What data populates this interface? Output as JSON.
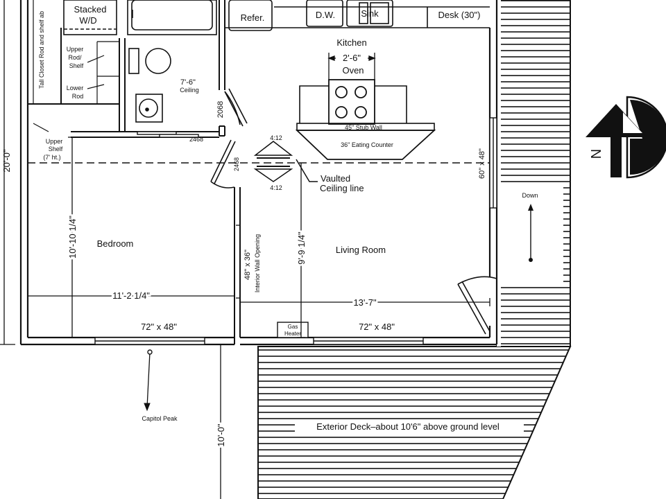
{
  "rooms": {
    "kitchen": "Kitchen",
    "bedroom": "Bedroom",
    "living_room": "Living Room"
  },
  "fixtures": {
    "stacked_wd_line1": "Stacked",
    "stacked_wd_line2": "W/D",
    "refrigerator": "Refer.",
    "dishwasher": "D.W.",
    "sink": "Sink",
    "desk": "Desk (30\")",
    "oven_width": "2'-6\"",
    "oven": "Oven",
    "stub_wall": "45\" Stub Wall",
    "eating_counter": "36\" Eating Counter",
    "gas_heater_line1": "Gas",
    "gas_heater_line2": "Heater",
    "tall_closet": "Tall Closet Rod and shelf ab",
    "upper_rod_line1": "Upper",
    "upper_rod_line2": "Rod/",
    "upper_rod_line3": "Shelf",
    "lower_rod_line1": "Lower",
    "lower_rod_line2": "Rod",
    "upper_shelf_line1": "Upper",
    "upper_shelf_line2": "Shelf",
    "upper_shelf_line3": "(7' ht.)",
    "interior_opening_size": "48\" x 36\"",
    "interior_opening_label": "Interior Wall Opening"
  },
  "ceiling": {
    "height_value": "7'-6\"",
    "height_label": "Ceiling",
    "pitch_upper": "4:12",
    "pitch_lower": "4:12",
    "vaulted_line1": "Vaulted",
    "vaulted_line2": "Ceiling line"
  },
  "doors": {
    "bath_door": "2068",
    "bedroom_door": "2468",
    "closet_door": "2468"
  },
  "windows": {
    "bedroom": "72\" x 48\"",
    "living_room": "72\" x 48\"",
    "east": "60\" x 48\""
  },
  "dimensions": {
    "overall_depth": "20'-0\"",
    "bedroom_depth": "10'-10 1/4\"",
    "bedroom_width": "11'-2 1/4\"",
    "living_depth": "9'-9 1/4\"",
    "living_width": "13'-7\"",
    "deck_depth": "10'-0\""
  },
  "exterior": {
    "down": "Down",
    "view_label": "Capitol Peak",
    "deck": "Exterior Deck–about 10'6\" above ground level"
  },
  "compass": {
    "letter": "N"
  }
}
